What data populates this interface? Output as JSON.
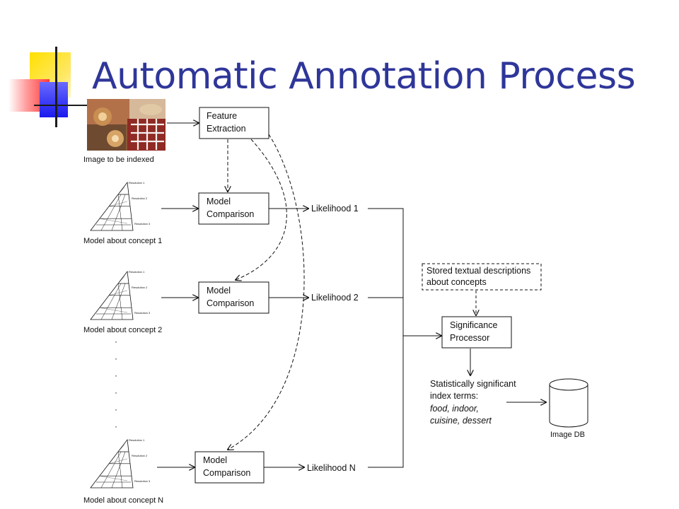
{
  "slide": {
    "title": "Automatic Annotation Process"
  },
  "diagram": {
    "input_image_label": "Image to be indexed",
    "feature_extraction": [
      "Feature",
      "Extraction"
    ],
    "model_comparison": [
      "Model",
      "Comparison"
    ],
    "models": [
      {
        "label": "Model about concept 1",
        "likelihood": "Likelihood 1"
      },
      {
        "label": "Model about concept 2",
        "likelihood": "Likelihood 2"
      },
      {
        "label": "Model about concept N",
        "likelihood": "Likelihood N"
      }
    ],
    "resolution_labels": [
      "Resolution 1",
      "Resolution 2",
      "Resolution 3"
    ],
    "stored_descriptions": [
      "Stored textual descriptions",
      "about concepts"
    ],
    "significance_processor": [
      "Significance",
      "Processor"
    ],
    "index_terms_heading": [
      "Statistically significant",
      "index terms:"
    ],
    "index_terms": [
      "food, indoor,",
      "cuisine, dessert"
    ],
    "database_label": "Image DB",
    "ellipsis": "·"
  }
}
